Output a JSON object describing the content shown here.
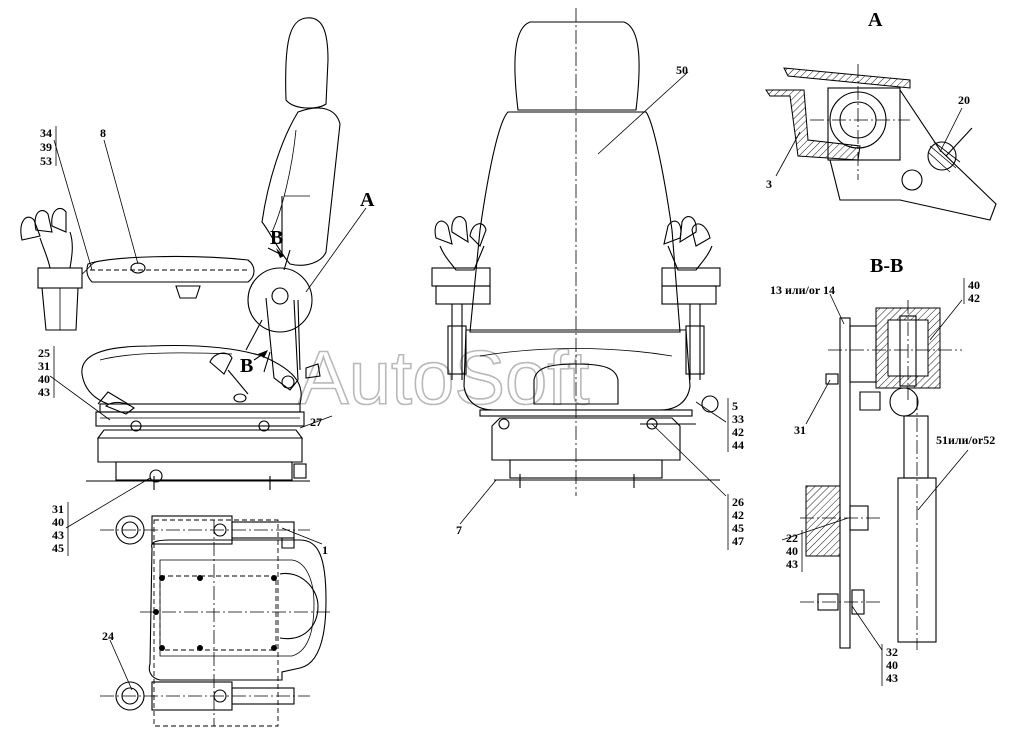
{
  "watermark": "AutoSoft",
  "sections": {
    "a": "A",
    "bb": "B-B",
    "b_mark": "B"
  },
  "labels": {
    "l8": "8",
    "l27": "27",
    "l1": "1",
    "l24": "24",
    "l50": "50",
    "l7": "7",
    "l20": "20",
    "l3": "3",
    "l31": "31",
    "l13": "13 или/or 14",
    "l51": "51или/or52"
  },
  "stacks": {
    "s34": [
      "34",
      "39",
      "53"
    ],
    "s25": [
      "25",
      "31",
      "40",
      "43"
    ],
    "s31": [
      "31",
      "40",
      "43",
      "45"
    ],
    "s5": [
      "5",
      "33",
      "42",
      "44"
    ],
    "s26": [
      "26",
      "42",
      "45",
      "47"
    ],
    "s40": [
      "40",
      "42"
    ],
    "s22": [
      "22",
      "40",
      "43"
    ],
    "s32": [
      "32",
      "40",
      "43"
    ]
  }
}
